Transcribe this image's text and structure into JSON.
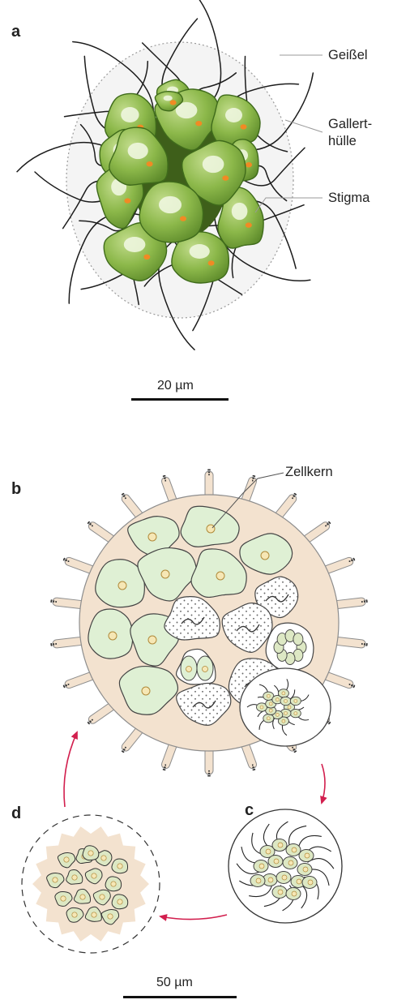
{
  "figure": {
    "panel_a": {
      "letter": "a",
      "labels": {
        "flagellum": "Geißel",
        "gel_sheath_1": "Gallert-",
        "gel_sheath_2": "hülle",
        "stigma": "Stigma"
      },
      "scale_bar": "20 µm"
    },
    "panel_b": {
      "letter": "b",
      "labels": {
        "nucleus": "Zellkern"
      }
    },
    "panel_c": {
      "letter": "c"
    },
    "panel_d": {
      "letter": "d"
    },
    "scale_bar_bottom": "50 µm"
  },
  "colors": {
    "cell_green": "#8cb84a",
    "cell_green_dark": "#4f7a22",
    "stigma_orange": "#f08a24",
    "colony_beige": "#f3e2cf",
    "cell_pale_green": "#dff0d4",
    "nucleus_fill": "#f6e7b5",
    "arrow_red": "#d21f4e"
  }
}
